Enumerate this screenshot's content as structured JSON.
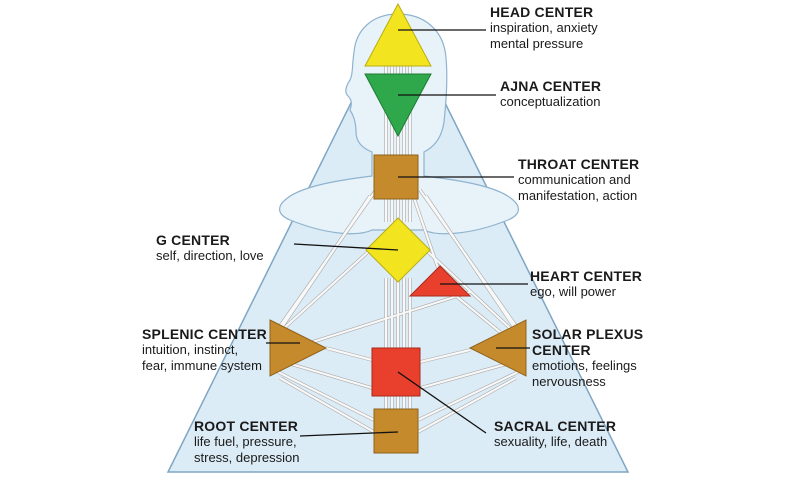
{
  "colors": {
    "background": "#ffffff",
    "bodygraph_fill": "#dcecf6",
    "bodygraph_stroke": "#7ea6c4",
    "silhouette_fill": "#e8f2f9",
    "channel": "#f4f4f4",
    "channel_stroke": "#a8a8a8",
    "yellow": "#f2e51f",
    "green": "#2ea84a",
    "brown": "#c48a2c",
    "red": "#e8402c",
    "leader_line": "#111111"
  },
  "centers": [
    {
      "id": "head",
      "shape": "triangle-up",
      "color": "yellow",
      "title": "HEAD CENTER",
      "desc": [
        "inspiration, anxiety",
        "mental pressure"
      ]
    },
    {
      "id": "ajna",
      "shape": "triangle-down",
      "color": "green",
      "title": "AJNA CENTER",
      "desc": [
        "conceptualization"
      ]
    },
    {
      "id": "throat",
      "shape": "square",
      "color": "brown",
      "title": "THROAT CENTER",
      "desc": [
        "communication and",
        "manifestation, action"
      ]
    },
    {
      "id": "g",
      "shape": "diamond",
      "color": "yellow",
      "title": "G CENTER",
      "desc": [
        "self, direction, love"
      ]
    },
    {
      "id": "heart",
      "shape": "triangle-up",
      "color": "red",
      "title": "HEART CENTER",
      "desc": [
        "ego, will power"
      ]
    },
    {
      "id": "splenic",
      "shape": "triangle-right",
      "color": "brown",
      "title": "SPLENIC CENTER",
      "desc": [
        "intuition, instinct,",
        "fear, immune system"
      ]
    },
    {
      "id": "solar",
      "shape": "triangle-left",
      "color": "brown",
      "title": "SOLAR PLEXUS",
      "title2": "CENTER",
      "desc": [
        "emotions, feelings",
        "nervousness"
      ]
    },
    {
      "id": "sacral",
      "shape": "square",
      "color": "red",
      "title": "SACRAL CENTER",
      "desc": [
        "sexuality, life, death"
      ]
    },
    {
      "id": "root",
      "shape": "square",
      "color": "brown",
      "title": "ROOT CENTER",
      "desc": [
        "life fuel, pressure,",
        "stress, depression"
      ]
    }
  ]
}
